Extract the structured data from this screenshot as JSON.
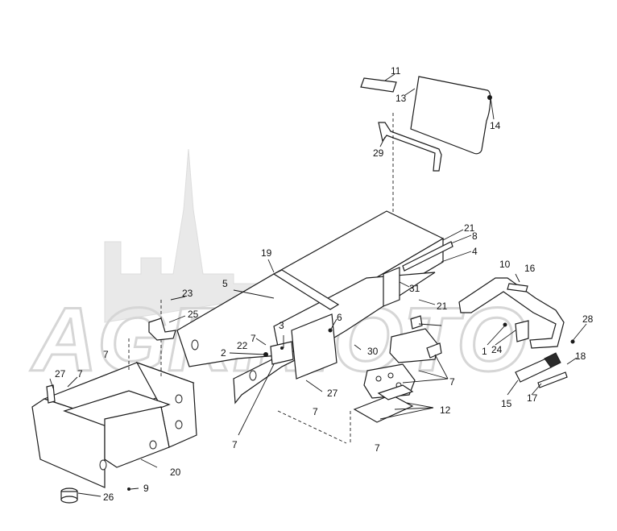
{
  "watermark": {
    "text": "AGRIMOTO"
  },
  "callouts": {
    "c11": "11",
    "c13": "13",
    "c14": "14",
    "c29": "29",
    "c21a": "21",
    "c8": "8",
    "c4": "4",
    "c19": "19",
    "c5": "5",
    "c31": "31",
    "c21b": "21",
    "c10": "10",
    "c16": "16",
    "c23": "23",
    "c25": "25",
    "c6": "6",
    "c3": "3",
    "c7a": "7",
    "c28": "28",
    "c1": "1",
    "c24": "24",
    "c7b": "7",
    "c2": "2",
    "c22": "22",
    "c30": "30",
    "c18": "18",
    "c27a": "27",
    "c7c": "7",
    "c7d": "7",
    "c27b": "27",
    "c7e": "7",
    "c12": "12",
    "c15": "15",
    "c17": "17",
    "c20": "20",
    "c7f": "7",
    "c7g": "7",
    "c9": "9",
    "c26": "26"
  }
}
